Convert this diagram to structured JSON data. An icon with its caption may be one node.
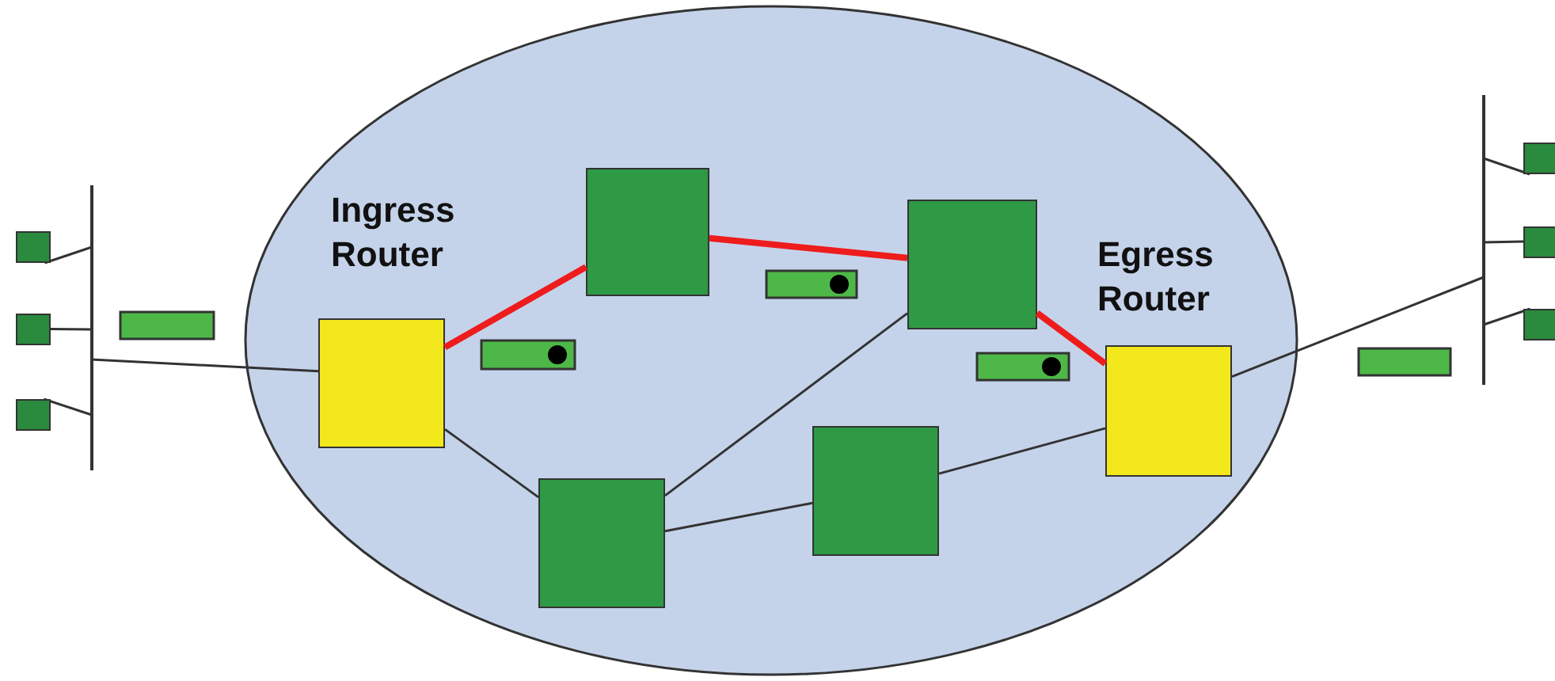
{
  "diagram": {
    "nodes": [
      {
        "text": [],
        "shape": "ellipse"
      },
      {
        "text": [
          "Ingress Router"
        ],
        "in": 0
      },
      {
        "text": [],
        "shape": "box",
        "in": 0
      },
      {
        "text": [],
        "shape": "box",
        "in": 0
      },
      {
        "text": [
          "Egress Router"
        ],
        "in": 0
      },
      {
        "text": [],
        "shape": "box",
        "in": 0
      },
      {
        "text": [],
        "shape": "box",
        "in": 0
      },
      {
        "text": [],
        "shape": "bar"
      },
      {
        "text": [],
        "shape": "box"
      },
      {
        "text": [],
        "shape": "box"
      },
      {
        "text": [],
        "shape": "box"
      },
      {
        "text": [],
        "shape": "bar"
      },
      {
        "text": [],
        "shape": "box"
      },
      {
        "text": [],
        "shape": "box"
      },
      {
        "text": [],
        "shape": "box"
      }
    ],
    "edges": [
      {
        "from": 8,
        "to": 7,
        "arrow": "none"
      },
      {
        "from": 9,
        "to": 7,
        "arrow": "none"
      },
      {
        "from": 10,
        "to": 7,
        "arrow": "none"
      },
      {
        "from": 7,
        "to": 1,
        "arrow": "none"
      },
      {
        "from": 1,
        "to": 2,
        "arrow": "none",
        "style": "thick",
        "color": "#ee1c1c"
      },
      {
        "from": 2,
        "to": 3,
        "arrow": "none",
        "style": "thick",
        "color": "#ee1c1c"
      },
      {
        "from": 3,
        "to": 4,
        "arrow": "none",
        "style": "thick",
        "color": "#ee1c1c"
      },
      {
        "from": 1,
        "to": 5,
        "arrow": "none"
      },
      {
        "from": 5,
        "to": 3,
        "arrow": "none"
      },
      {
        "from": 5,
        "to": 6,
        "arrow": "none"
      },
      {
        "from": 6,
        "to": 4,
        "arrow": "none"
      },
      {
        "from": 4,
        "to": 11,
        "arrow": "none"
      },
      {
        "from": 12,
        "to": 11,
        "arrow": "none"
      },
      {
        "from": 13,
        "to": 11,
        "arrow": "none"
      },
      {
        "from": 14,
        "to": 11,
        "arrow": "none"
      }
    ]
  }
}
